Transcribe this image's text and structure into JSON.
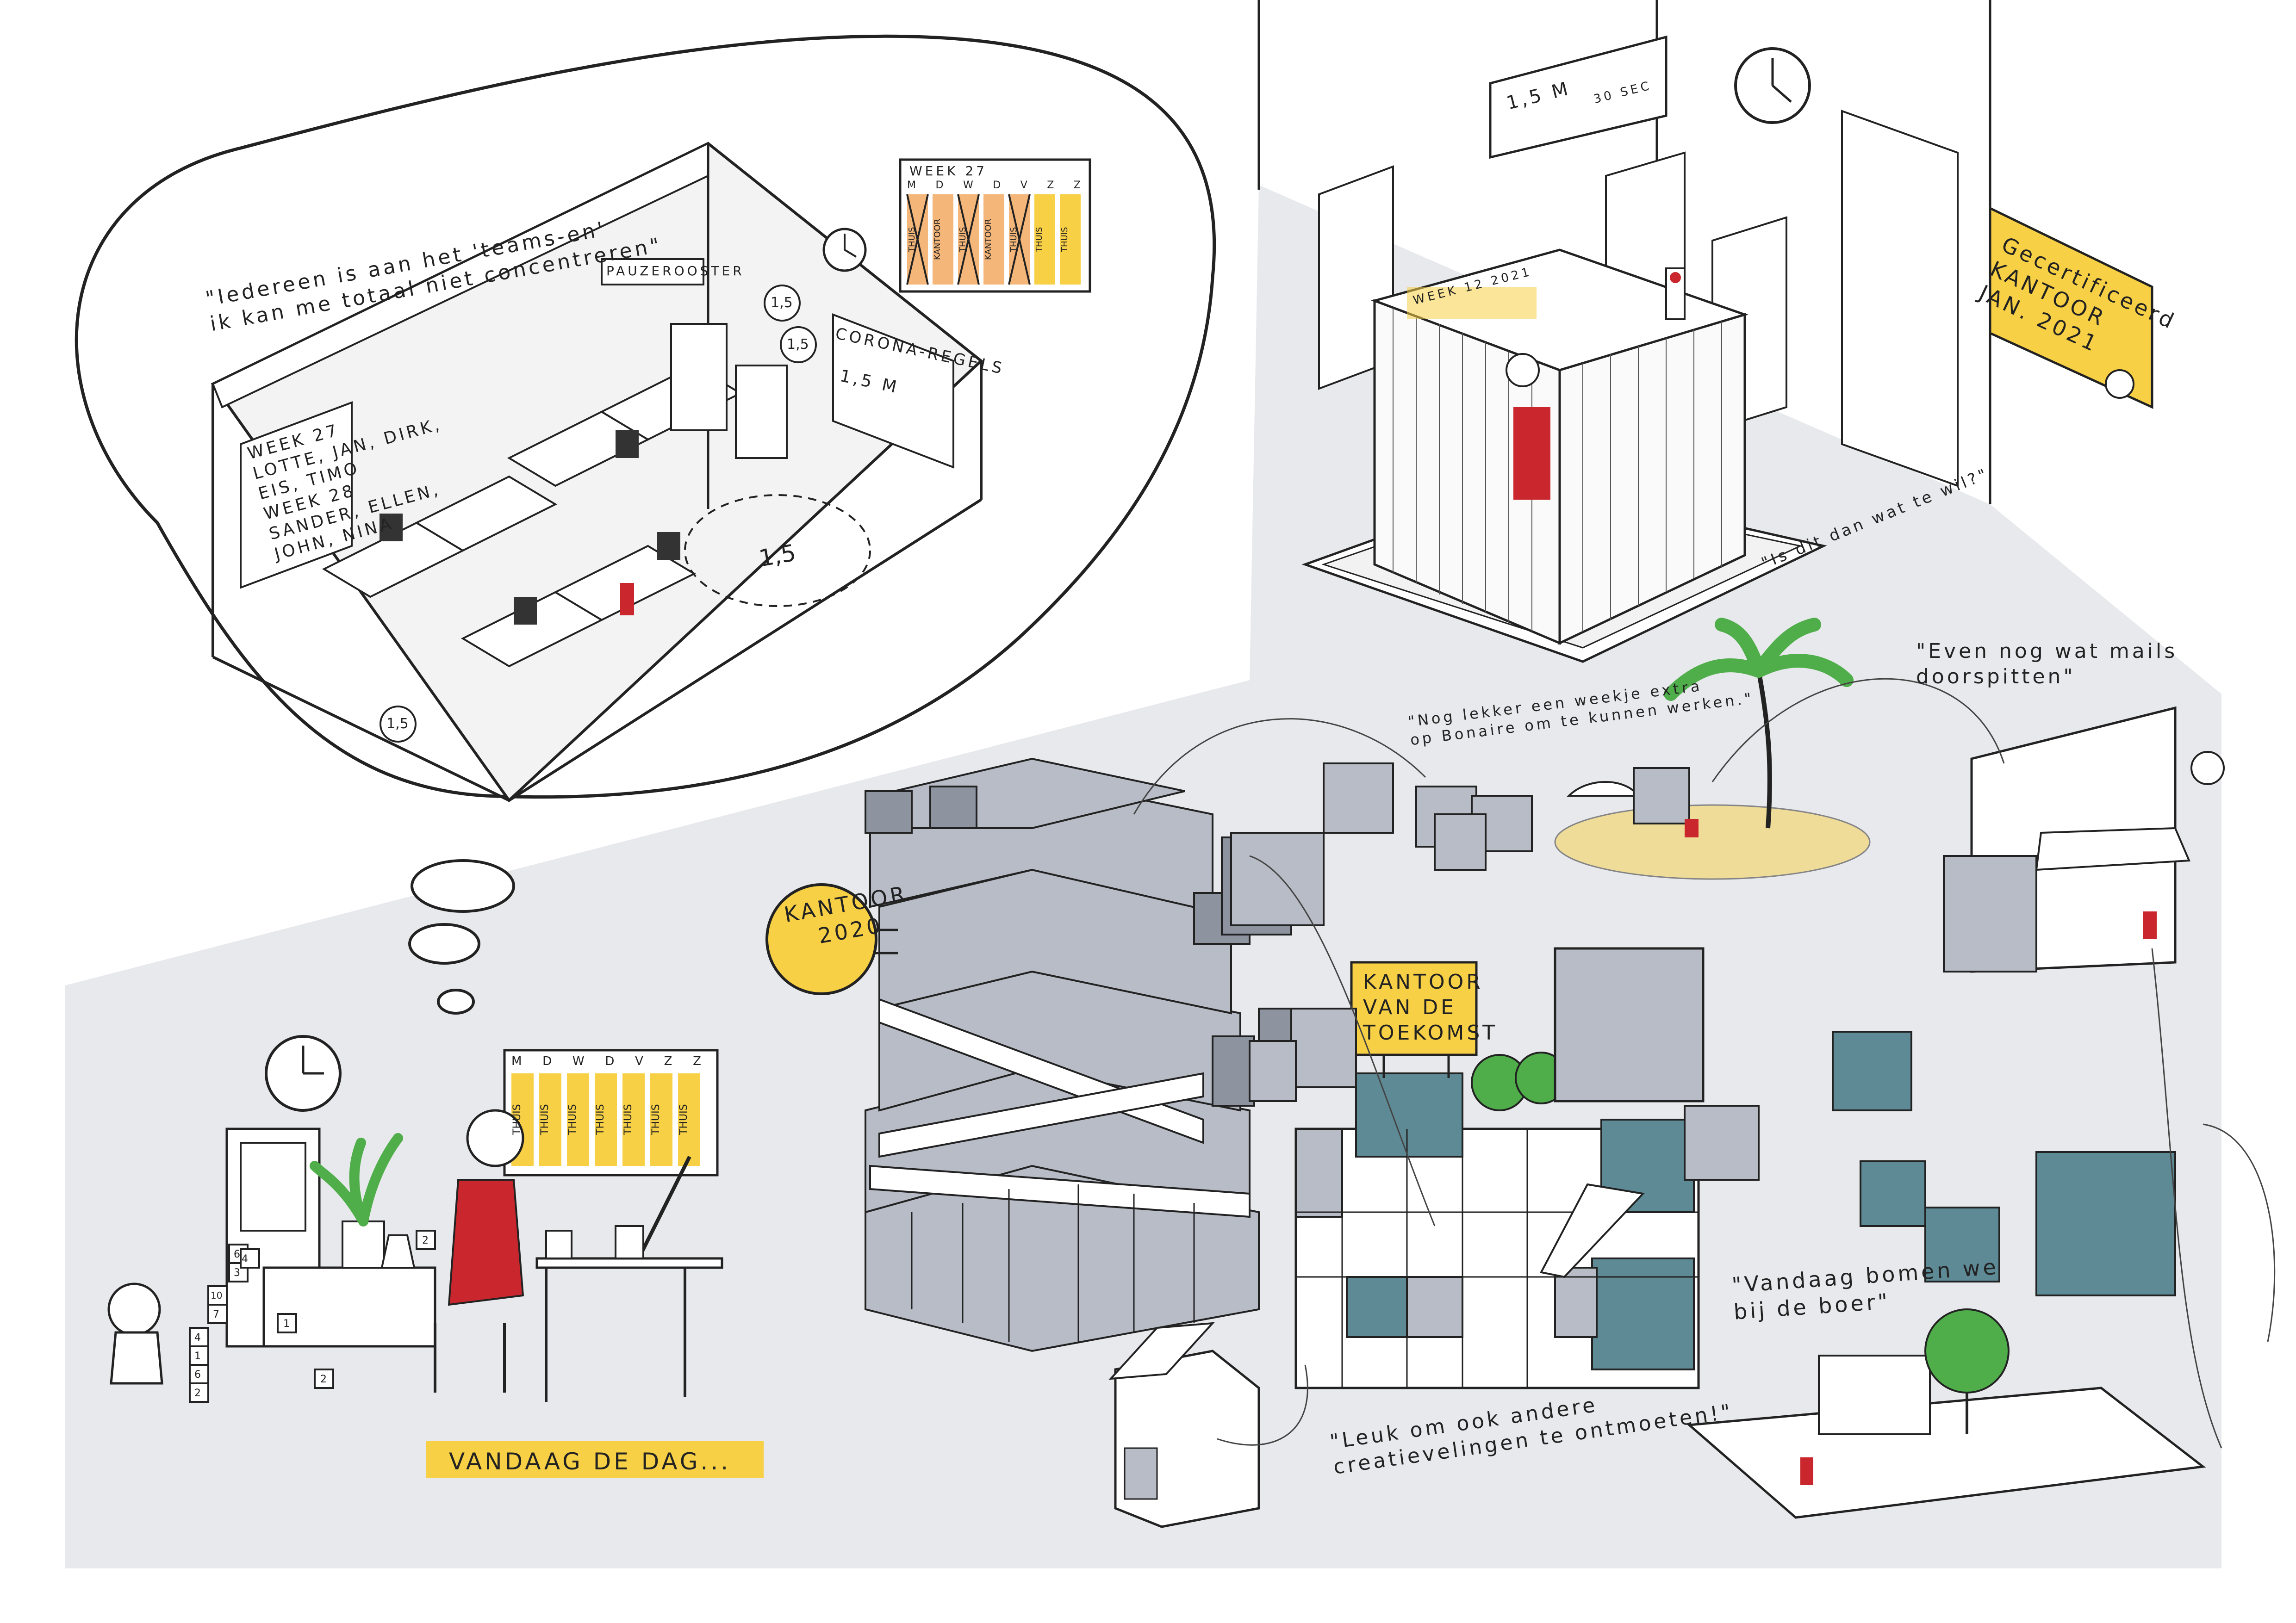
{
  "colors": {
    "background": "#ffffff",
    "ground": "#e8e9ec",
    "ink": "#222222",
    "accent_yellow": "#f7d046",
    "accent_red": "#c9272d",
    "teal": "#5e8a96",
    "block_grey": "#b7bcc6",
    "block_dark": "#8d94a0",
    "plant_green": "#4fae4a",
    "orange_soft": "#f4b679"
  },
  "thought_bubble": {
    "quote": "\"Iedereen is aan het 'teams-en'\nik kan me totaal niet concentreren\"",
    "whiteboard_text": "WEEK 27\nLOTTE, JAN, DIRK,\nEIS, TIMO\nWEEK 28\nSANDER, ELLEN,\nJOHN, NINA",
    "pauzerooster_label": "PAUZEROOSTER",
    "corona_sign_title": "CORONA-REGELS",
    "corona_sign_text": "1,5 M",
    "distance_badges": [
      "1,5",
      "1,5",
      "1,5",
      "1,5"
    ],
    "week_schedule": {
      "title": "WEEK 27",
      "days": [
        "M",
        "D",
        "W",
        "D",
        "V",
        "Z",
        "Z"
      ],
      "entries": [
        "THUIS",
        "KANTOOR",
        "THUIS",
        "KANTOOR",
        "THUIS",
        "THUIS",
        "THUIS"
      ]
    }
  },
  "certified_office": {
    "sign": "Gecertificeerd\nKANTOOR\nJAN. 2021",
    "wall_sign": "1,5 M",
    "wall_sign_secondary": "30 SEC",
    "booth_sign": "WEEK 12 2021",
    "quote": "\"Is dit dan wat te wil?\""
  },
  "home_scene": {
    "banner": "VANDAAG DE DAG...",
    "schedule": {
      "days": [
        "M",
        "D",
        "W",
        "D",
        "V",
        "Z",
        "Z"
      ],
      "entries": [
        "THUIS",
        "THUIS",
        "THUIS",
        "THUIS",
        "THUIS",
        "THUIS",
        "THUIS"
      ]
    },
    "blocks": [
      "4",
      "2",
      "1",
      "3",
      "6",
      "2",
      "10",
      "7",
      "4",
      "1",
      "6",
      "2"
    ]
  },
  "kantoor_2020": {
    "sign": "KANTOOR\n2020"
  },
  "kantoor_toekomst": {
    "sign": "KANTOOR\nVAN DE\nTOEKOMST"
  },
  "quotes": {
    "bonaire": "\"Nog lekker een weekje extra\nop Bonaire om te kunnen werken.\"",
    "mails": "\"Even nog wat mails\ndoorspitten\"",
    "creatievelingen": "\"Leuk om ook andere\ncreatievelingen te ontmoeten!\"",
    "boer": "\"Vandaag bomen we\nbij de boer\""
  }
}
